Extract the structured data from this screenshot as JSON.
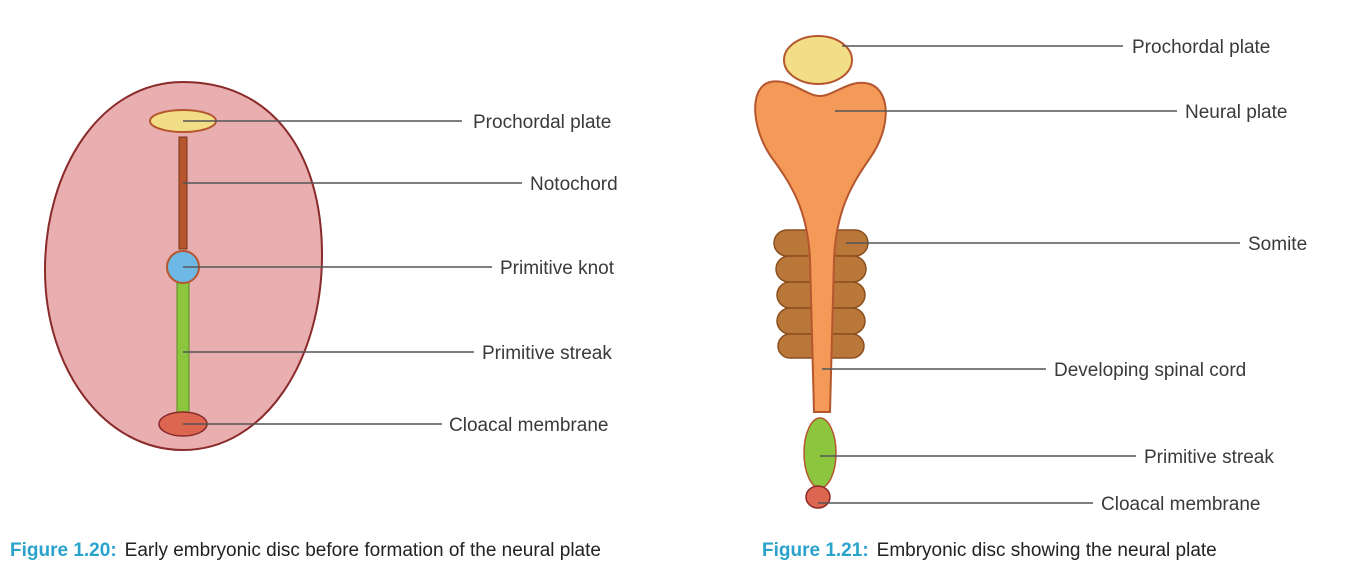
{
  "figure_left": {
    "labels": {
      "prochordal_plate": "Prochordal plate",
      "notochord": "Notochord",
      "primitive_knot": "Primitive knot",
      "primitive_streak": "Primitive streak",
      "cloacal_membrane": "Cloacal membrane"
    },
    "caption_number": "Figure 1.20:",
    "caption_text": "Early embryonic disc before formation of the neural plate"
  },
  "figure_right": {
    "labels": {
      "prochordal_plate": "Prochordal plate",
      "neural_plate": "Neural plate",
      "somite": "Somite",
      "developing_spinal_cord": "Developing spinal cord",
      "primitive_streak": "Primitive streak",
      "cloacal_membrane": "Cloacal membrane"
    },
    "caption_number": "Figure 1.21:",
    "caption_text": "Embryonic disc showing the neural plate"
  },
  "colors": {
    "disc_fill": "#e8aeb0",
    "disc_stroke": "#8a2a2a",
    "prochordal_fill": "#f2de86",
    "notochord_fill": "#b5562e",
    "primitive_knot_fill": "#6eb8e6",
    "primitive_streak_fill": "#8cc63f",
    "cloacal_fill": "#dd6651",
    "neural_plate_fill": "#f49a58",
    "somite_fill": "#b9773a",
    "caption_accent": "#2aa3cc"
  }
}
